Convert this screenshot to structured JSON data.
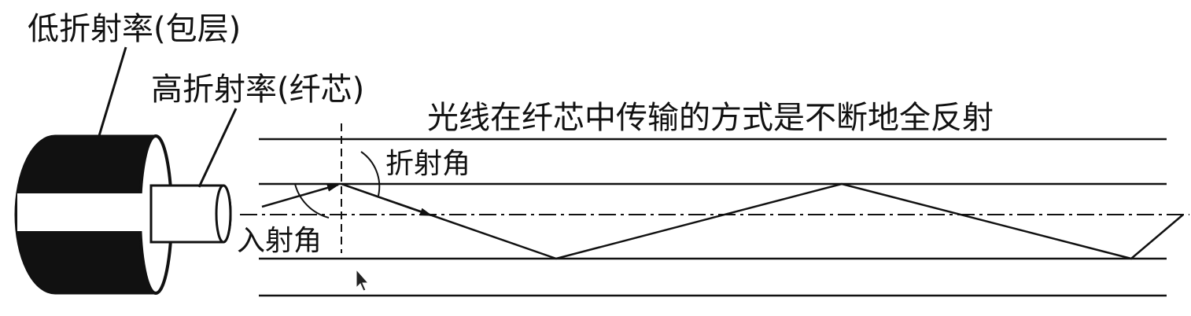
{
  "labels": {
    "cladding": "低折射率(包层)",
    "core": "高折射率(纤芯)",
    "caption": "光线在纤芯中传输的方式是不断地全反射",
    "refraction_angle": "折射角",
    "incidence_angle": "入射角"
  },
  "colors": {
    "line": "#111111",
    "background": "#ffffff"
  },
  "icons": {
    "pointer": "mouse-cursor-icon"
  }
}
